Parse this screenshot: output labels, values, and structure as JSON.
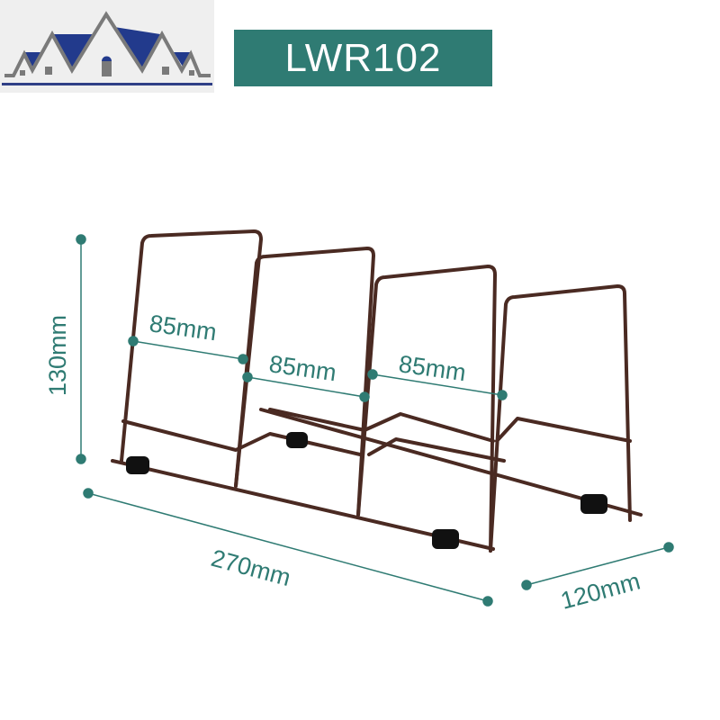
{
  "model_label": "LWR102",
  "dimensions": {
    "height": "130mm",
    "slot_1": "85mm",
    "slot_2": "85mm",
    "slot_3": "85mm",
    "length": "270mm",
    "depth": "120mm"
  },
  "colors": {
    "accent": "#2f7b73",
    "rack": "#4a2a22",
    "logo_blue": "#1f3a8a",
    "logo_gray": "#777777"
  }
}
